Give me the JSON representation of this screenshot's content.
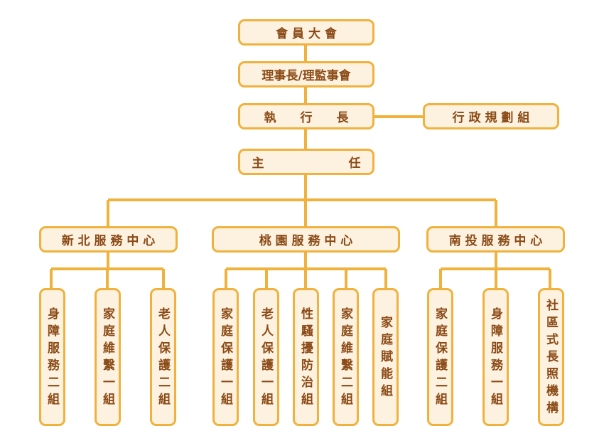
{
  "colors": {
    "border": "#f0b23c",
    "fill": "#fdf1df",
    "text": "#8a4a16",
    "line": "#f0b23c"
  },
  "top": {
    "assembly": "會 員 大 會",
    "board": "理事長/理監事會",
    "ceo": "執　　行　　長",
    "admin": "行 政 規 劃 組",
    "director": "主　　　　　　　任"
  },
  "centers": [
    {
      "name": "新 北 服 務 中 心",
      "groups": [
        "身障服務二組",
        "家庭維繫一組",
        "老人保護二組"
      ]
    },
    {
      "name": "桃 園 服 務 中 心",
      "groups": [
        "家庭保護一組",
        "老人保護一組",
        "性騷擾防治組",
        "家庭維繫二組",
        "家庭賦能組"
      ]
    },
    {
      "name": "南 投 服 務 中 心",
      "groups": [
        "家庭保護二組",
        "身障服務一組",
        "社區式長照機構"
      ]
    }
  ]
}
